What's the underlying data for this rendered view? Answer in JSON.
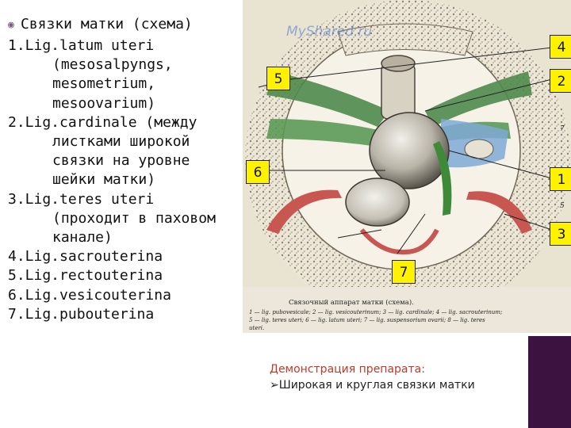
{
  "slide": {
    "title": "Связки матки (схема)",
    "bullet_icon": "circled-bullet-icon",
    "ligaments": [
      {
        "lines": [
          "1.Lig.latum uteri",
          "(mesosalpyngs,",
          "mesometrium,",
          "mesoovarium)"
        ]
      },
      {
        "lines": [
          "2.Lig.cardinale (между",
          "листками широкой",
          "связки на уровне",
          "шейки матки)"
        ]
      },
      {
        "lines": [
          "3.Lig.teres uteri",
          "(проходит в паховом",
          "канале)"
        ]
      },
      {
        "lines": [
          "4.Lig.sacrouterina"
        ]
      },
      {
        "lines": [
          "5.Lig.rectouterina"
        ]
      },
      {
        "lines": [
          "6.Lig.vesicouterina"
        ]
      },
      {
        "lines": [
          "7.Lig.pubouterina"
        ]
      }
    ],
    "caption_title": "Демонстрация препарата:",
    "caption_arrow": "➢",
    "caption_item": "Широкая и круглая связки матки"
  },
  "figure": {
    "markers": [
      "4",
      "5",
      "2",
      "6",
      "1",
      "3",
      "7"
    ],
    "side_labels": [
      "7",
      "5"
    ],
    "caption": "Связочный аппарат матки (схема).",
    "legend_line1": "1 — lig. pubovesicale; 2 — lig. vesicouterinum; 3 — lig. cardinale; 4 — lig. sacrouterinum;",
    "legend_line2": "5 — lig. teres uteri; 6 — lig. latum uteri; 7 — lig. suspensorium ovarii; 8 — lig. teres",
    "legend_line3": "uteri.",
    "watermark": "MyShared.ru"
  },
  "colors": {
    "marker_fill": "#fff200",
    "caption_title": "#c0392b",
    "accent_purple": "#3b1240",
    "bullet": "#7d5a80"
  }
}
